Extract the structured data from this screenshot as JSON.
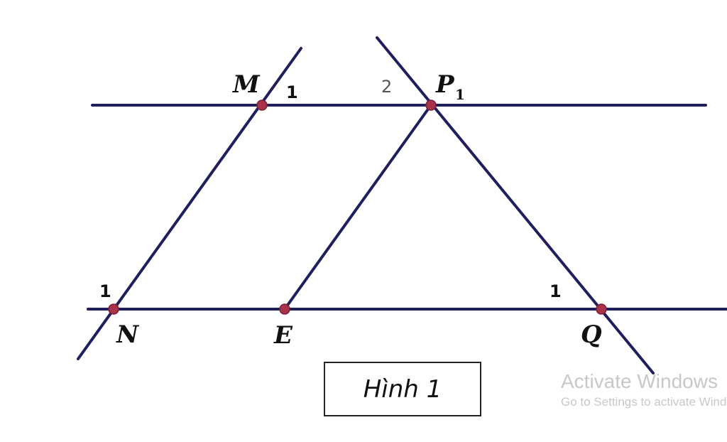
{
  "points": {
    "M": "M",
    "P": "P",
    "P_sub": "1",
    "N": "N",
    "E": "E",
    "Q": "Q"
  },
  "angles": {
    "M1": "1",
    "P2": "2",
    "N1": "1",
    "Q1": "1"
  },
  "caption": "Hình 1",
  "watermark": {
    "title": "Activate Windows",
    "subtitle": "Go to Settings to activate Windows."
  },
  "colors": {
    "line": "#1f1f5e",
    "point": "#a8324a"
  }
}
